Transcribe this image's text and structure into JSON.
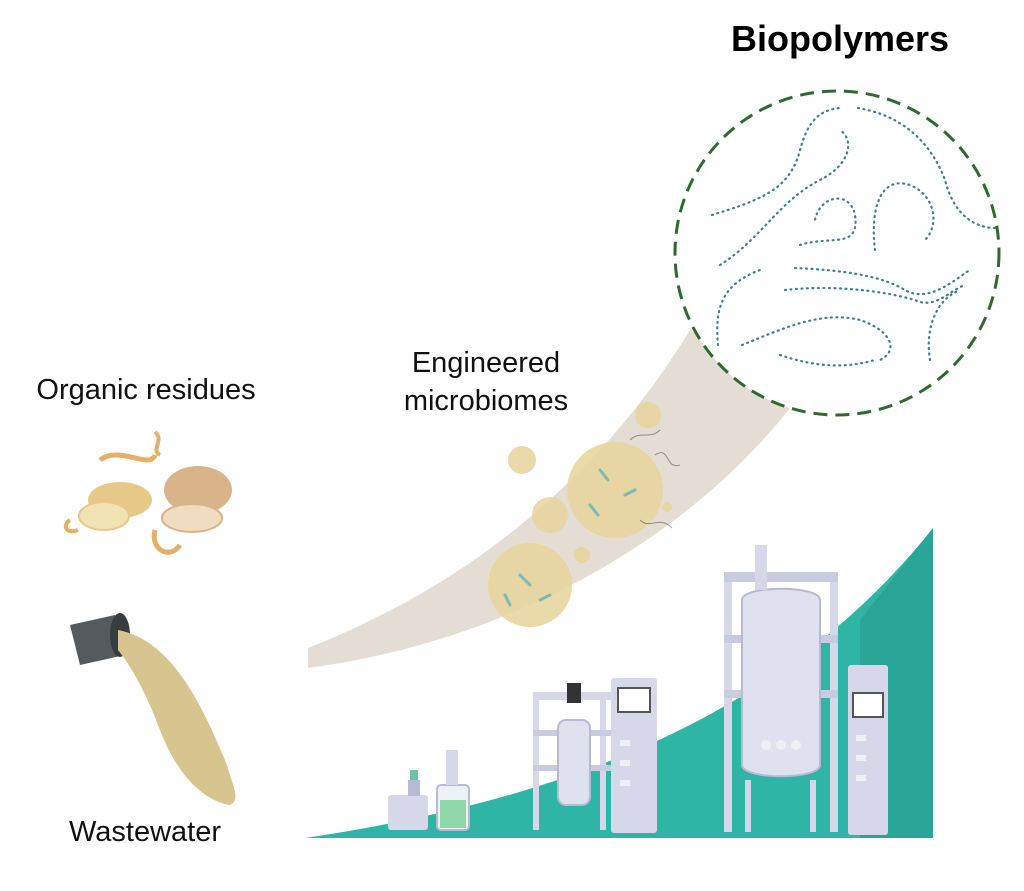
{
  "title": "Biopolymers",
  "labels": {
    "organic_residues": "Organic residues",
    "microbiomes_line1": "Engineered",
    "microbiomes_line2": "microbiomes",
    "wastewater": "Wastewater"
  },
  "colors": {
    "teal": "#2fb5a6",
    "teal_dark": "#24958a",
    "beige_band": "#e4ddd3",
    "dashed_circle": "#2e6a2e",
    "polymer_bead": "#3d7f8a",
    "equipment": "#d6d8ea",
    "equipment_dark": "#b7bad3",
    "potato": "#e8c888",
    "sludge": "#d8c48e"
  },
  "icons": [
    "potato-peels-icon",
    "drain-pipe-icon",
    "microbe-cluster-icon",
    "bioreactor-icon",
    "polymer-chain-icon"
  ]
}
